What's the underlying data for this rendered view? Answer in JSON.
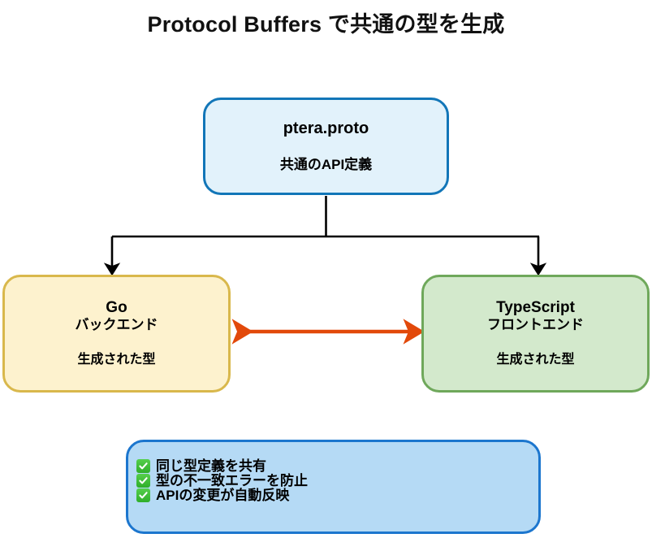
{
  "title": "Protocol Buffers で共通の型を生成",
  "nodes": {
    "proto": {
      "name": "ptera.proto",
      "description": "共通のAPI定義",
      "fill": "#E2F2FB",
      "border": "#1276B8"
    },
    "backend": {
      "name": "Go",
      "role": "バックエンド",
      "description": "生成された型",
      "fill": "#FDF2CE",
      "border": "#D9B84C"
    },
    "frontend": {
      "name": "TypeScript",
      "role": "フロントエンド",
      "description": "生成された型",
      "fill": "#D3E9CC",
      "border": "#6FA85B"
    },
    "benefits": {
      "fill": "#B5DAF5",
      "border": "#1C76CE",
      "items": [
        {
          "icon": "check-mark-icon",
          "label": "同じ型定義を共有"
        },
        {
          "icon": "check-mark-icon",
          "label": "型の不一致エラーを防止"
        },
        {
          "icon": "check-mark-icon",
          "label": "APIの変更が自動反映"
        }
      ]
    }
  },
  "connectors": {
    "generation_arrow_color": "#000000",
    "sync_arrow_color": "#E2490A",
    "sync_arrow_style": "double-headed"
  }
}
